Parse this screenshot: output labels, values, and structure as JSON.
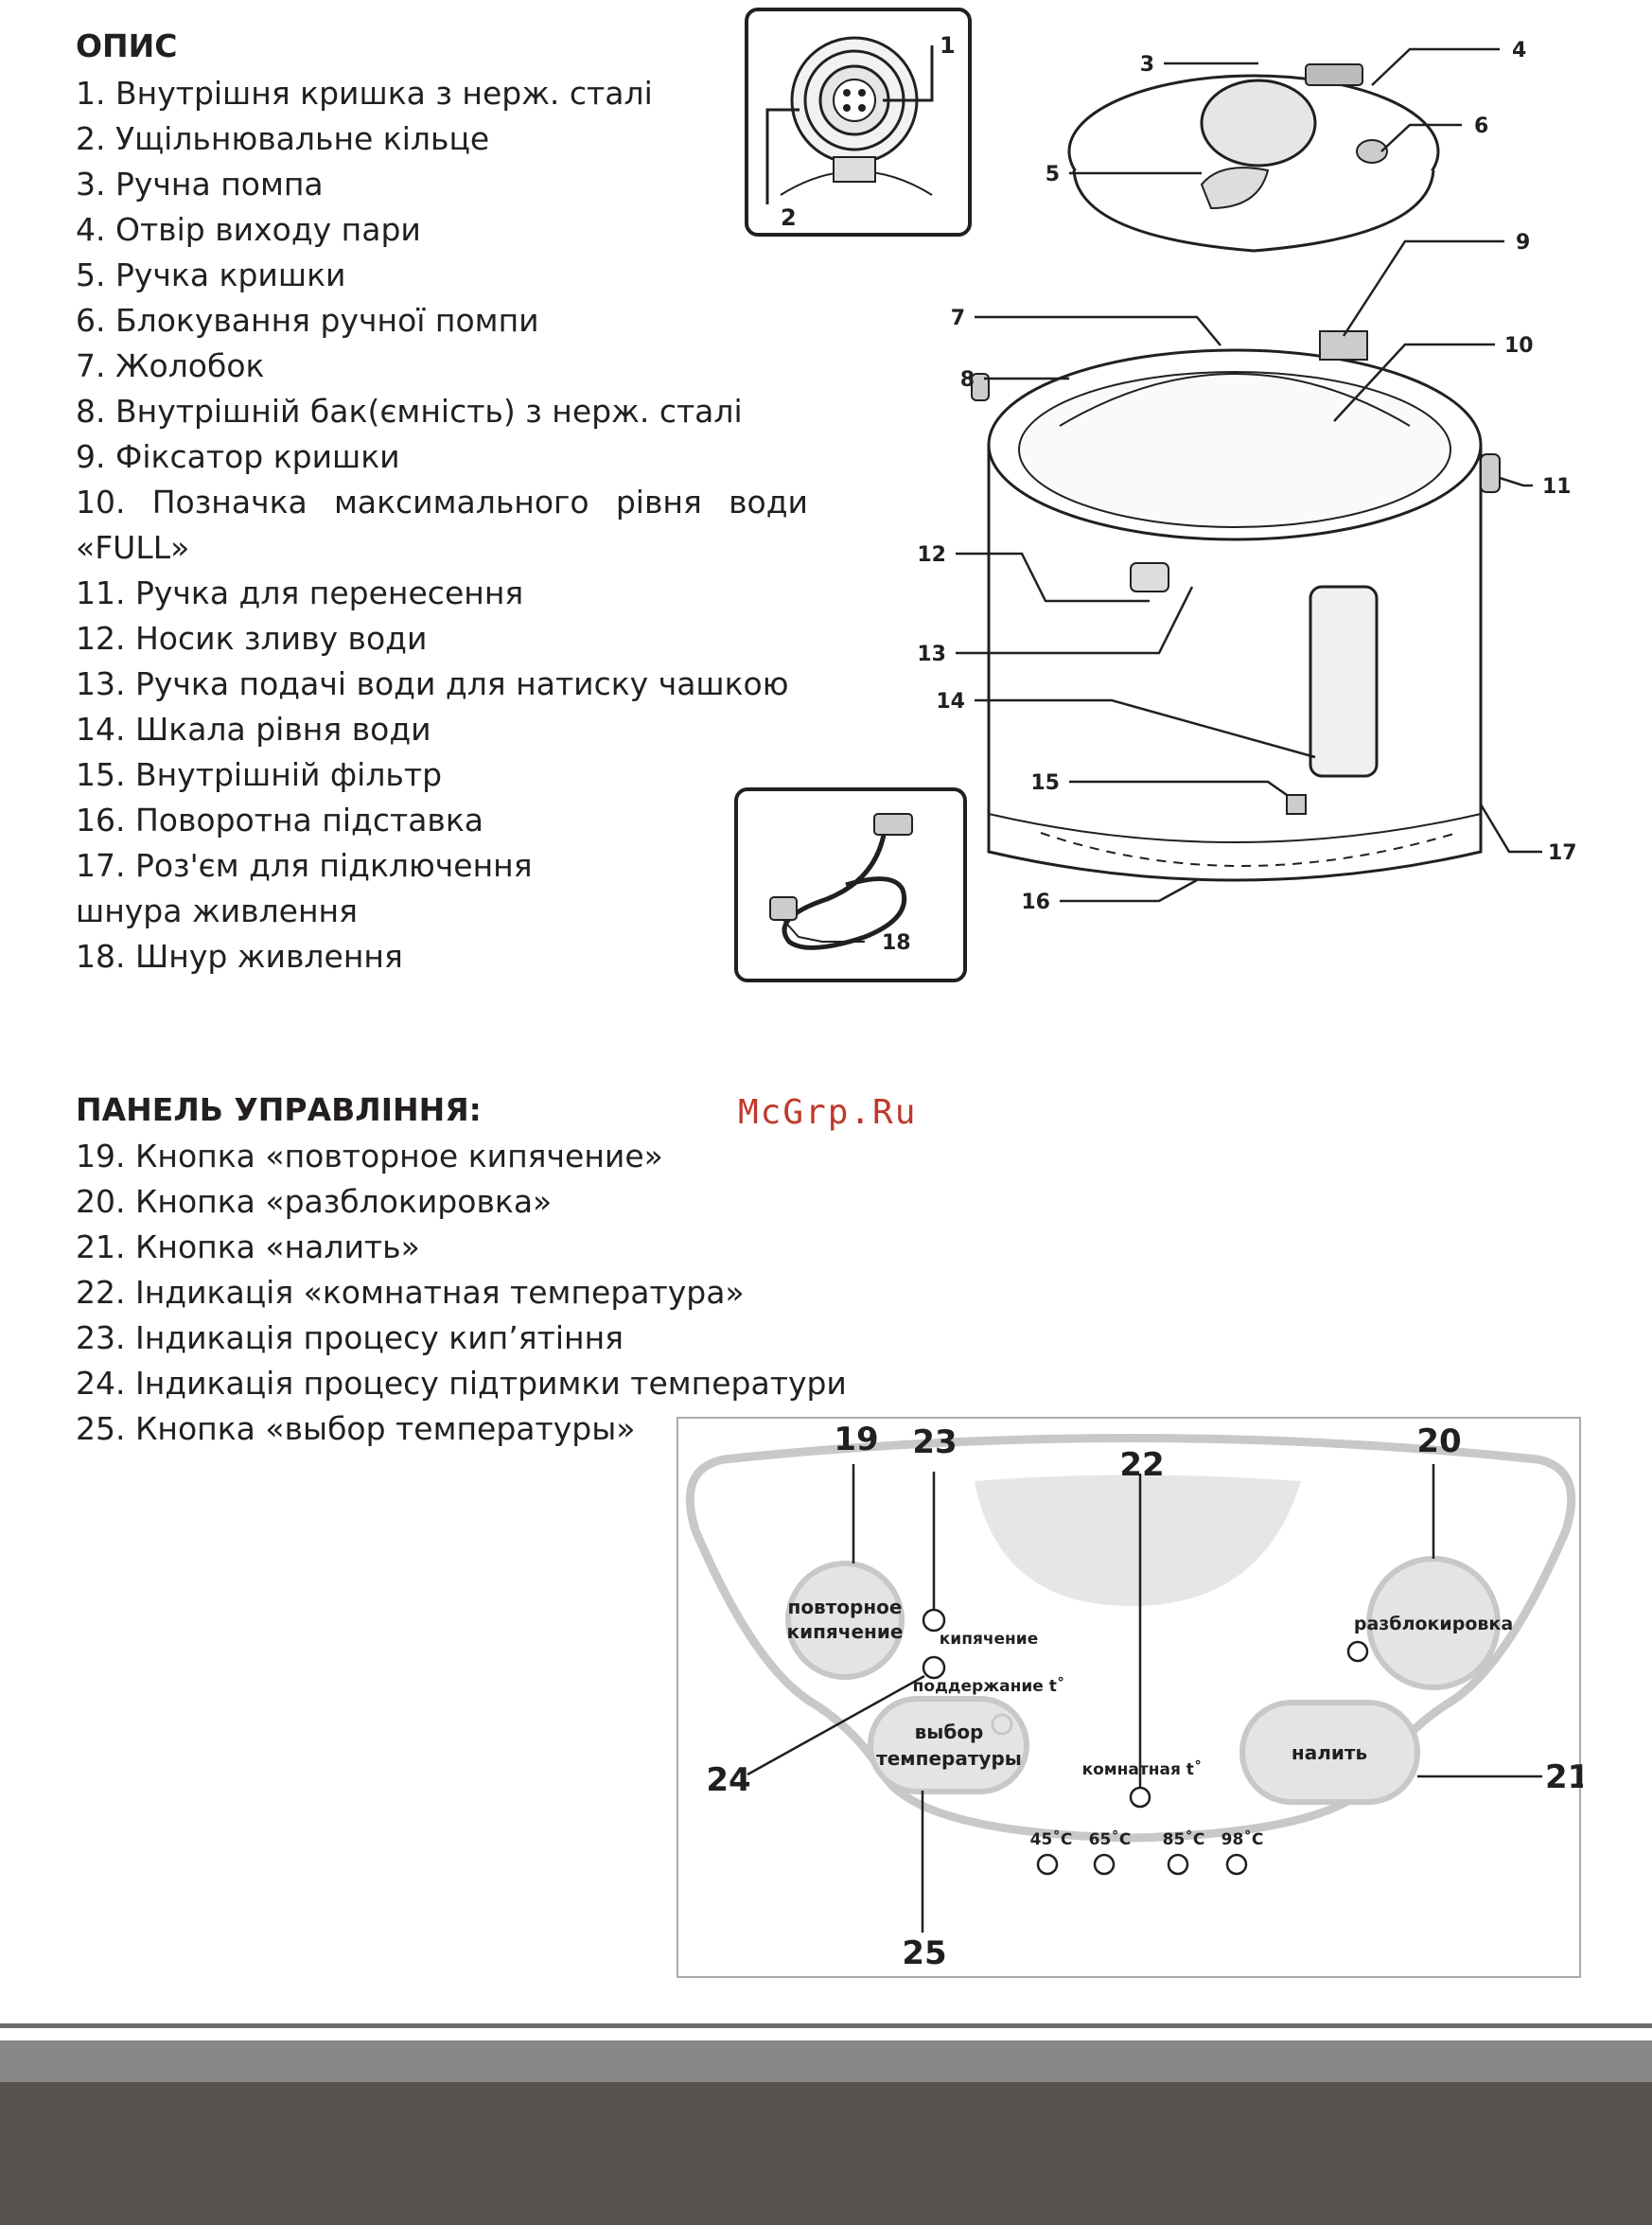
{
  "description": {
    "heading": "ОПИС",
    "items": [
      "1. Внутрішня кришка з нерж. сталі",
      "2. Ущільнювальне кільце",
      "3. Ручна помпа",
      "4. Отвір виходу пари",
      "5. Ручка кришки",
      "6. Блокування ручної помпи",
      "7. Жолобок",
      "8. Внутрішній бак(ємність) з нерж. сталі",
      "9. Фіксатор кришки",
      "10. Позначка максимального рівня води",
      "«FULL»",
      "11. Ручка для перенесення",
      "12. Носик зливу води",
      "13. Ручка подачі води  для натиску чашкою",
      "14. Шкала рівня води",
      "15. Внутрішній фільтр",
      "16. Поворотна підставка",
      "17. Роз'єм для підключення",
      "шнура живлення",
      "18. Шнур живлення"
    ]
  },
  "panel_section": {
    "heading": "ПАНЕЛЬ УПРАВЛІННЯ:",
    "items": [
      "19. Кнопка «повторное кипячение»",
      "20. Кнопка «разблокировка»",
      "21. Кнопка «налить»",
      "22. Індикація «комнатная температура»",
      "23. Індикація процесу кип’ятіння",
      "24. Індикація процесу підтримки температури",
      "25. Кнопка «выбор температуры»"
    ]
  },
  "watermark": "McGrp.Ru",
  "diagram_labels": {
    "l1": "1",
    "l2": "2",
    "l3": "3",
    "l4": "4",
    "l5": "5",
    "l6": "6",
    "l7": "7",
    "l8": "8",
    "l9": "9",
    "l10": "10",
    "l11": "11",
    "l12": "12",
    "l13": "13",
    "l14": "14",
    "l15": "15",
    "l16": "16",
    "l17": "17",
    "l18": "18"
  },
  "control_panel": {
    "callouts": {
      "c19": "19",
      "c20": "20",
      "c21": "21",
      "c22": "22",
      "c23": "23",
      "c24": "24",
      "c25": "25"
    },
    "reboil_line1": "повторное",
    "reboil_line2": "кипячение",
    "boiling": "кипячение",
    "keep_warm": "поддержание t˚",
    "select_line1": "выбор",
    "select_line2": "температуры",
    "room_temp": "комнатная t˚",
    "unlock": "разблокировка",
    "pour": "налить",
    "temps": [
      "45˚C",
      "65˚C",
      "85˚C",
      "98˚C"
    ]
  },
  "colors": {
    "panel_outline": "#c8c8c8",
    "button_fill": "#e4e4e4",
    "footer_dark": "#575350",
    "footer_mid": "#8a8886"
  }
}
